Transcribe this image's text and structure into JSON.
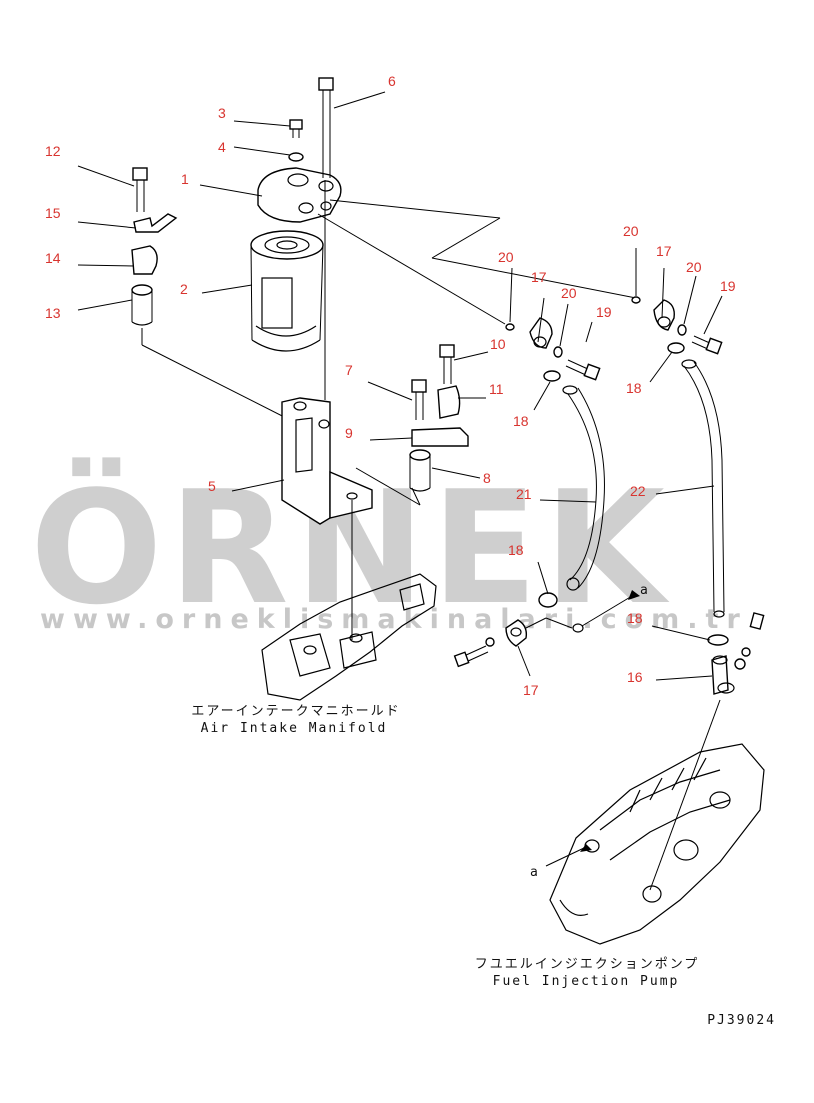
{
  "watermark": {
    "brand": "ÖRNEK",
    "url": "www.orneklismakinalari.com.tr",
    "dots_color": "#e9c53a"
  },
  "labels": {
    "intake_jp": "エアーインテークマニホールド",
    "intake_en": "Air Intake Manifold",
    "pump_jp": "フユエルインジエクションポンプ",
    "pump_en": "Fuel Injection Pump",
    "code": "PJ39024",
    "arrow_a1": "a",
    "arrow_a2": "a"
  },
  "callouts": [
    {
      "id": "c1",
      "n": "1"
    },
    {
      "id": "c2",
      "n": "2"
    },
    {
      "id": "c3",
      "n": "3"
    },
    {
      "id": "c4",
      "n": "4"
    },
    {
      "id": "c5",
      "n": "5"
    },
    {
      "id": "c6",
      "n": "6"
    },
    {
      "id": "c7",
      "n": "7"
    },
    {
      "id": "c8",
      "n": "8"
    },
    {
      "id": "c9",
      "n": "9"
    },
    {
      "id": "c10",
      "n": "10"
    },
    {
      "id": "c11",
      "n": "11"
    },
    {
      "id": "c12",
      "n": "12"
    },
    {
      "id": "c13",
      "n": "13"
    },
    {
      "id": "c14",
      "n": "14"
    },
    {
      "id": "c15",
      "n": "15"
    },
    {
      "id": "c16",
      "n": "16"
    },
    {
      "id": "c17a",
      "n": "17"
    },
    {
      "id": "c17b",
      "n": "17"
    },
    {
      "id": "c17c",
      "n": "17"
    },
    {
      "id": "c18a",
      "n": "18"
    },
    {
      "id": "c18b",
      "n": "18"
    },
    {
      "id": "c18c",
      "n": "18"
    },
    {
      "id": "c18d",
      "n": "18"
    },
    {
      "id": "c19a",
      "n": "19"
    },
    {
      "id": "c19b",
      "n": "19"
    },
    {
      "id": "c20a",
      "n": "20"
    },
    {
      "id": "c20b",
      "n": "20"
    },
    {
      "id": "c20c",
      "n": "20"
    },
    {
      "id": "c20d",
      "n": "20"
    },
    {
      "id": "c21",
      "n": "21"
    },
    {
      "id": "c22",
      "n": "22"
    }
  ]
}
